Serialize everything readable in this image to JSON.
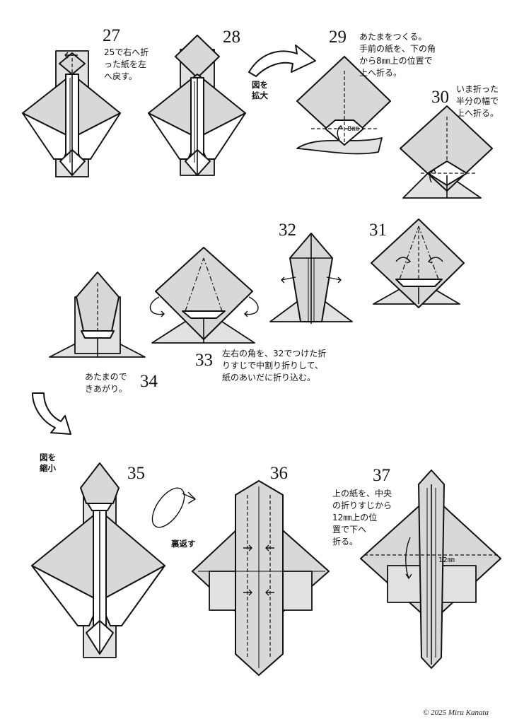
{
  "steps": {
    "s27": {
      "number": "27",
      "instruction": "25で右へ折\nった紙を左\nへ戻す。"
    },
    "s28": {
      "number": "28"
    },
    "s29": {
      "number": "29",
      "instruction": "あたまをつくる。\n手前の紙を、下の角\nから8㎜上の位置で\n上へ折る。",
      "measure": "8㎜"
    },
    "s30": {
      "number": "30",
      "instruction": "いま折った\n半分の幅で\n上へ折る。"
    },
    "s31": {
      "number": "31"
    },
    "s32": {
      "number": "32"
    },
    "s33": {
      "number": "33",
      "instruction": "左右の角を、32でつけた折\nりすじで中割り折りして、\n紙のあいだに折り込む。"
    },
    "s34": {
      "number": "34",
      "instruction": "あたまので\nきあがり。"
    },
    "s35": {
      "number": "35"
    },
    "s36": {
      "number": "36"
    },
    "s37": {
      "number": "37",
      "instruction": "上の紙を、中央\nの折りすじから\n12㎜上の位\n置で下へ\n折る。",
      "measure": "12㎜"
    }
  },
  "labels": {
    "enlarge": "図を\n拡大",
    "reduce": "図を\n縮小",
    "turn_over": "裏返す"
  },
  "copyright": "© 2025 Miru Kanata",
  "colors": {
    "paper_front": "#d8d8d8",
    "paper_back": "#ffffff",
    "line": "#111111"
  }
}
